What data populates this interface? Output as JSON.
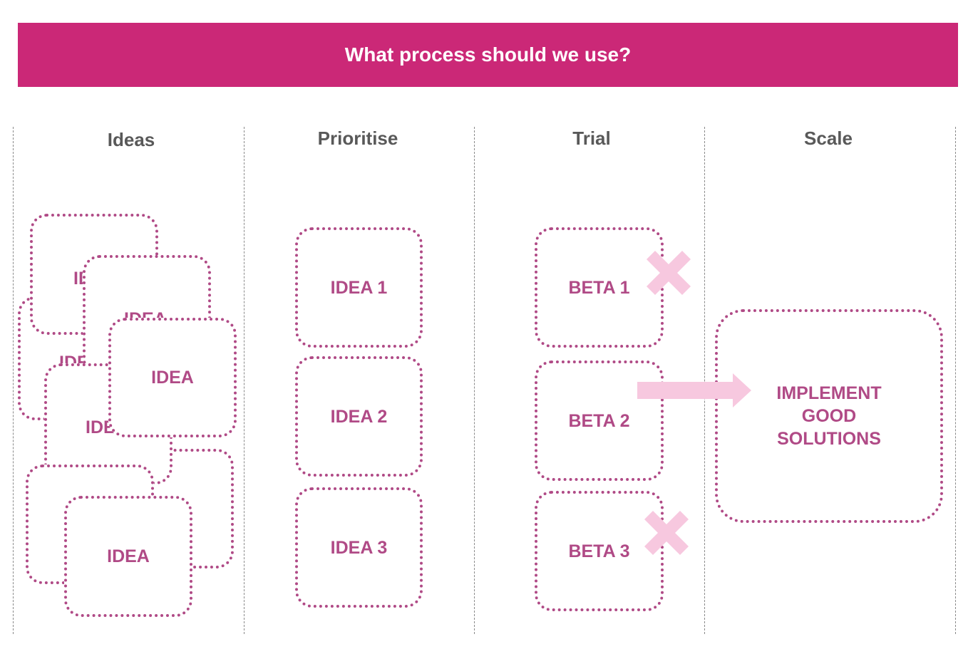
{
  "title": "What process should we use?",
  "columns": [
    "Ideas",
    "Prioritise",
    "Trial",
    "Scale"
  ],
  "idea_label": "IDEA",
  "prioritise": [
    "IDEA 1",
    "IDEA 2",
    "IDEA 3"
  ],
  "trial": [
    "BETA 1",
    "BETA 2",
    "BETA 3"
  ],
  "scale": [
    "IMPLEMENT",
    "GOOD",
    "SOLUTIONS"
  ],
  "colors": {
    "banner": "#cb2877",
    "box_border": "#b04a86",
    "cross": "#f7c8df",
    "arrow": "#f7c8df"
  },
  "icons": [
    "cross-icon",
    "arrow-right-icon"
  ]
}
